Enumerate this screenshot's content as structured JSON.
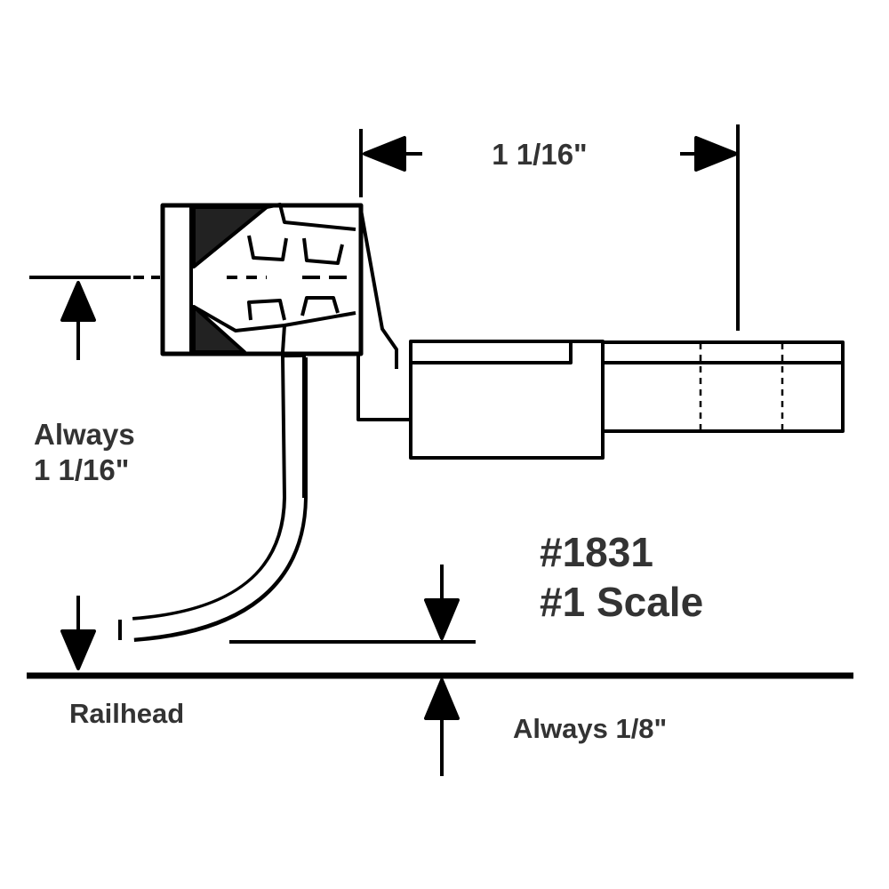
{
  "diagram": {
    "top_dimension": "1 1/16\"",
    "height_label_line1": "Always",
    "height_label_line2": "1 1/16\"",
    "part_number": "#1831",
    "scale": "#1 Scale",
    "railhead_label": "Railhead",
    "trip_pin_label": "Always 1/8\""
  },
  "colors": {
    "ink": "#000000",
    "text": "#333333"
  }
}
